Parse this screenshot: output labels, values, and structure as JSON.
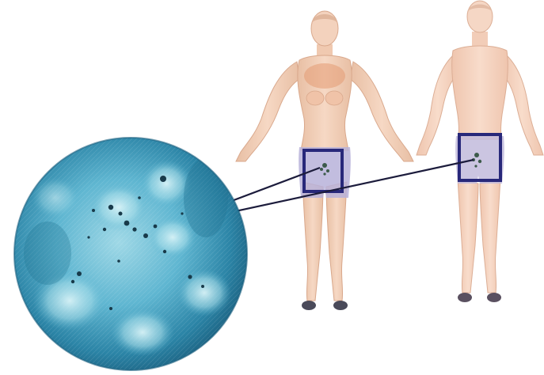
{
  "scene": {
    "description_none": "",
    "figures": [
      {
        "name": "female-figure"
      },
      {
        "name": "male-figure"
      }
    ],
    "highlight_boxes": 2,
    "magnifier": {
      "name": "microscopic-view"
    }
  },
  "colors": {
    "background": "#ffffff",
    "skin": "#f1cdb5",
    "skin_shadow": "#e6b79c",
    "chest_tint": "#e49a73",
    "shorts": "#b7b2d9",
    "box_stroke": "#28287a",
    "pointer_line": "#1c1c3c",
    "magnifier_dark": "#1f6f8f",
    "magnifier_mid": "#5fb6d1",
    "magnifier_light": "#bfe7ef",
    "spots": "#183a4a",
    "feet": "#4a4a5a"
  }
}
